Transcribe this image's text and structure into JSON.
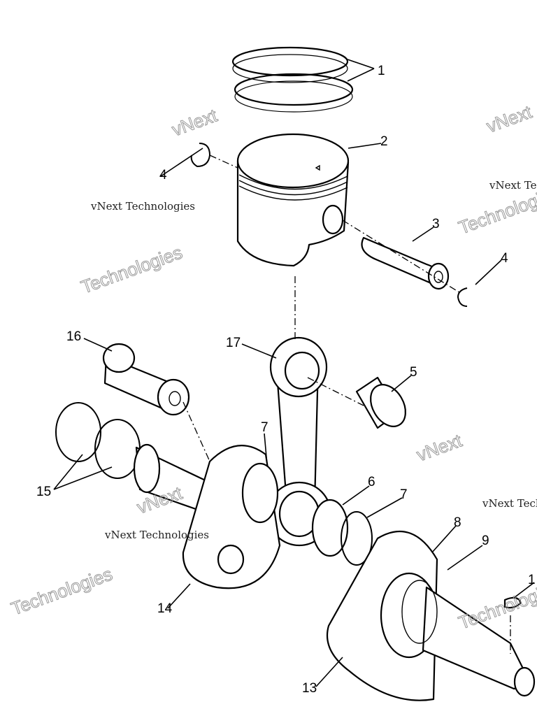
{
  "diagram": {
    "callouts": [
      {
        "id": "c1",
        "label": "1"
      },
      {
        "id": "c2",
        "label": "2"
      },
      {
        "id": "c3",
        "label": "3"
      },
      {
        "id": "c4a",
        "label": "4"
      },
      {
        "id": "c4b",
        "label": "4"
      },
      {
        "id": "c5",
        "label": "5"
      },
      {
        "id": "c6",
        "label": "6"
      },
      {
        "id": "c7a",
        "label": "7"
      },
      {
        "id": "c7b",
        "label": "7"
      },
      {
        "id": "c8",
        "label": "8"
      },
      {
        "id": "c9",
        "label": "9"
      },
      {
        "id": "c13",
        "label": "13"
      },
      {
        "id": "c14",
        "label": "14"
      },
      {
        "id": "c15",
        "label": "15"
      },
      {
        "id": "c16",
        "label": "16"
      },
      {
        "id": "c17",
        "label": "17"
      },
      {
        "id": "c10",
        "label": "1"
      }
    ],
    "watermark": {
      "line1": "vNext Technologies",
      "line2": "Technologies",
      "stamp": "vNext"
    }
  }
}
